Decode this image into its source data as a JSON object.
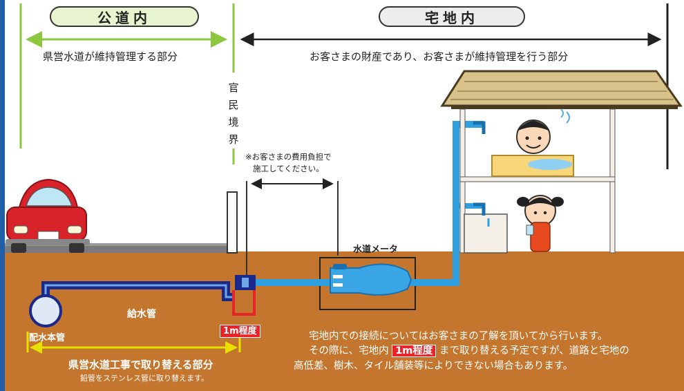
{
  "zones": {
    "public": {
      "title": "公道内",
      "desc": "県営水道が維持管理する部分"
    },
    "private": {
      "title": "宅地内",
      "desc": "お客さまの財産であり、お客さまが維持管理を行う部分"
    }
  },
  "boundary": {
    "chars": [
      "官",
      "民",
      "境",
      "界"
    ]
  },
  "cost_note": {
    "line1": "※お客さまの費用負担で",
    "line2": "施工してください。"
  },
  "meter": {
    "label": "水道メータ"
  },
  "pipes": {
    "supply": "給水管",
    "main": "配水本管"
  },
  "replace_length": {
    "badge": "1m程度"
  },
  "replace_section": {
    "title": "県営水道工事で取り替える部分",
    "sub": "鉛管をステンレス管に取り替えます。"
  },
  "info": {
    "line1": "宅地内での接続についてはお客さまの了解を頂いてから行います。",
    "line2_pre": "その際に、宅地内",
    "line2_badge": "1m程度",
    "line2_post": "まで取り替える予定ですが、道路と宅地の",
    "line3": "高低差、樹木、タイル舗装等によりできない場合もあります。"
  },
  "colors": {
    "frame": "#1f5fa8",
    "ground": "#c4762e",
    "supply_pipe": "#1b2a8a",
    "house_pipe": "#2f9fe0",
    "yellow_arrow": "#e8e000",
    "green": "#8dc63f",
    "badge_red": "#e8232a"
  }
}
